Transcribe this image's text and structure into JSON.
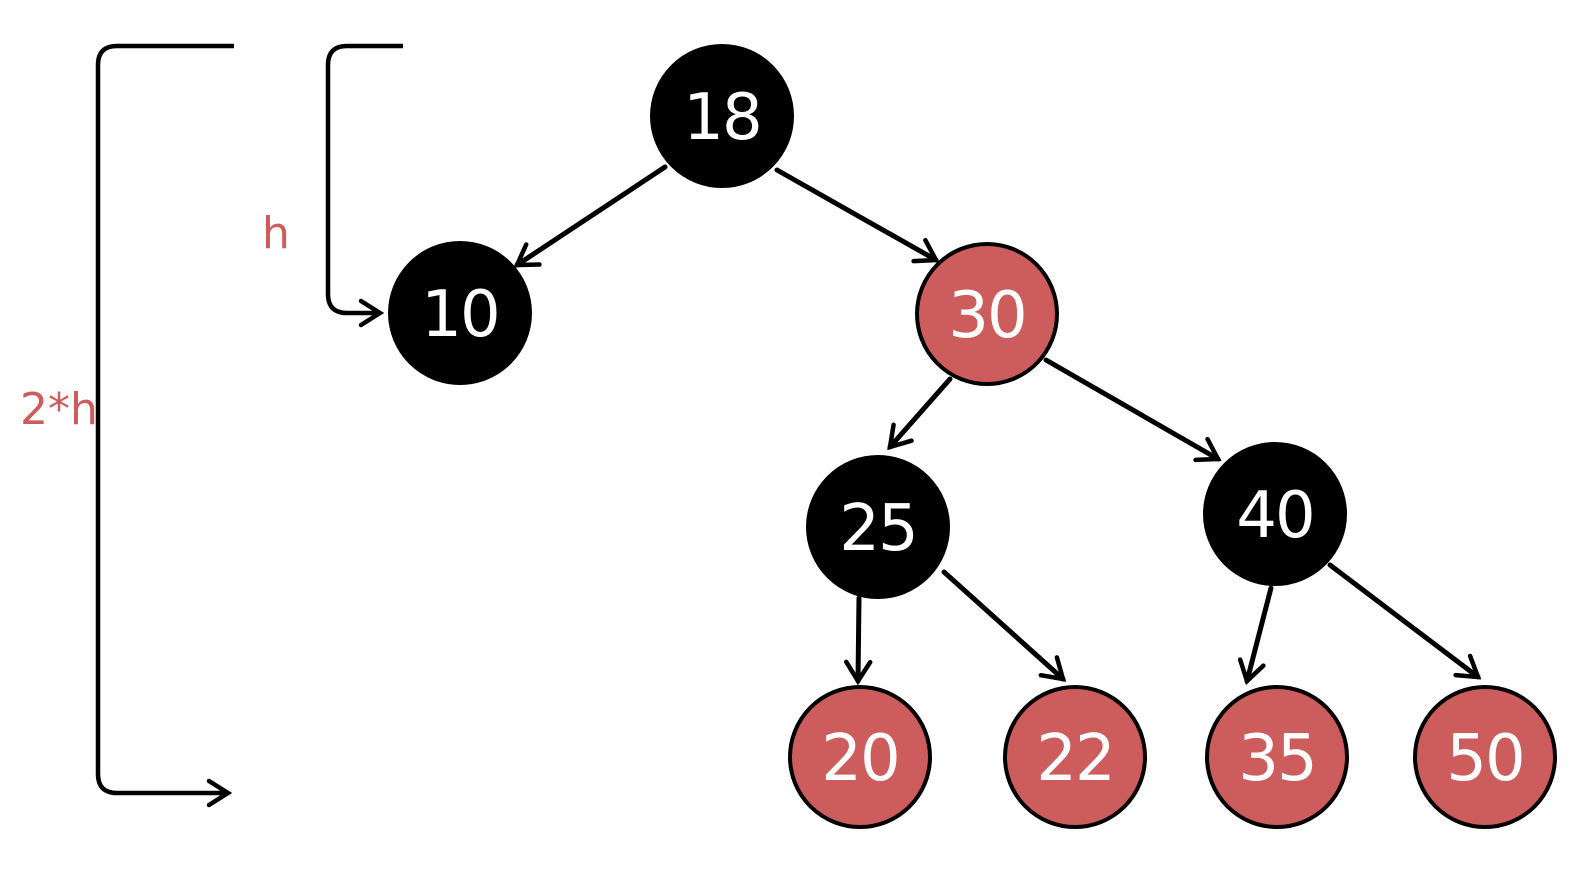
{
  "diagram": {
    "kind": "red-black-tree",
    "description": "Binary search tree with black and red colored nodes, annotated with height brackets h and 2*h"
  },
  "colors": {
    "black_node": "#000000",
    "red_node": "#CD5C5C",
    "node_outline": "#000000",
    "node_text": "#FFFFFF",
    "annotation": "#CD5C5C",
    "line": "#000000",
    "background": "#FFFFFF"
  },
  "annotations": {
    "h_label": "h",
    "two_h_label": "2*h"
  },
  "tree": {
    "nodes": {
      "n18": {
        "value": "18",
        "color": "black"
      },
      "n10": {
        "value": "10",
        "color": "black"
      },
      "n30": {
        "value": "30",
        "color": "red"
      },
      "n25": {
        "value": "25",
        "color": "black"
      },
      "n40": {
        "value": "40",
        "color": "black"
      },
      "n20": {
        "value": "20",
        "color": "red"
      },
      "n22": {
        "value": "22",
        "color": "red"
      },
      "n35": {
        "value": "35",
        "color": "red"
      },
      "n50": {
        "value": "50",
        "color": "red"
      }
    },
    "edges": [
      {
        "from": "18",
        "to": "10"
      },
      {
        "from": "18",
        "to": "30"
      },
      {
        "from": "30",
        "to": "25"
      },
      {
        "from": "30",
        "to": "40"
      },
      {
        "from": "25",
        "to": "20"
      },
      {
        "from": "25",
        "to": "22"
      },
      {
        "from": "40",
        "to": "35"
      },
      {
        "from": "40",
        "to": "50"
      }
    ]
  }
}
